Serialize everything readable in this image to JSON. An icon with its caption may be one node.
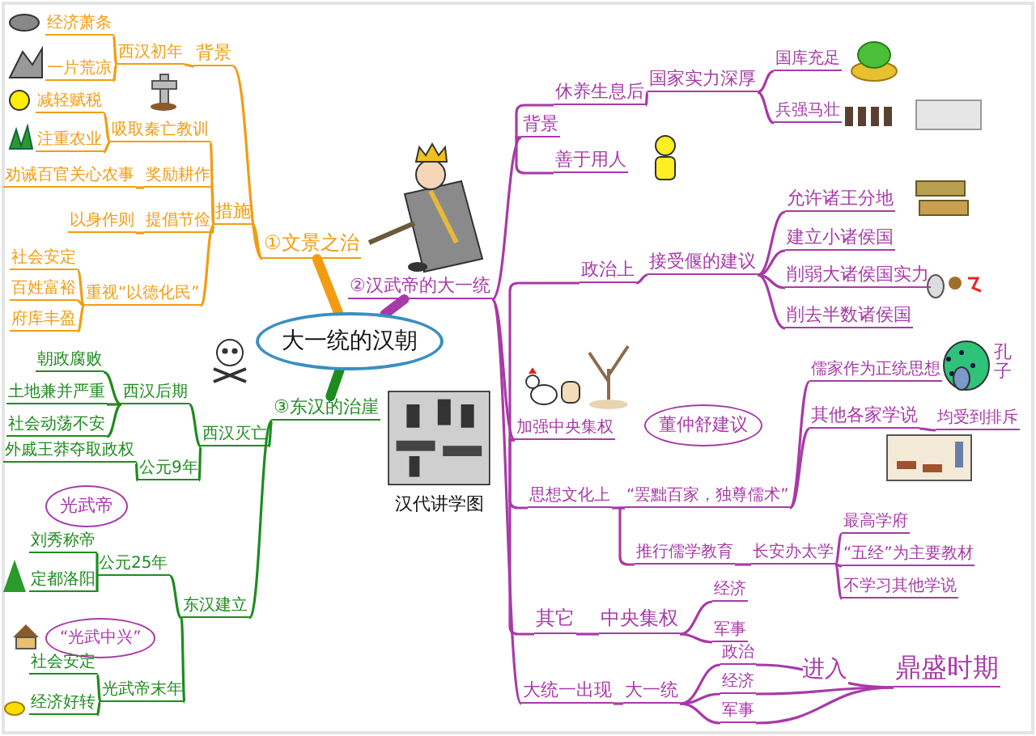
{
  "diagram": {
    "nodes": [
      {
        "text": [
          "大一统的汉朝"
        ]
      },
      {
        "text": [
          "①文景之治"
        ]
      },
      {
        "text": [
          "②汉武帝的大一统"
        ]
      },
      {
        "text": [
          "③东汉的治崖"
        ]
      },
      {
        "text": [
          "背景"
        ]
      },
      {
        "text": [
          "西汉初年"
        ]
      },
      {
        "text": [
          "经济萧条"
        ]
      },
      {
        "text": [
          "一片荒凉"
        ]
      },
      {
        "text": [
          "措施"
        ]
      },
      {
        "text": [
          "吸取秦亡教训"
        ]
      },
      {
        "text": [
          "减轻赋税"
        ]
      },
      {
        "text": [
          "注重农业"
        ]
      },
      {
        "text": [
          "奖励耕作"
        ]
      },
      {
        "text": [
          "劝诫百官关心农事"
        ]
      },
      {
        "text": [
          "提倡节俭"
        ]
      },
      {
        "text": [
          "以身作则"
        ]
      },
      {
        "text": [
          "重视“以德化民”"
        ]
      },
      {
        "text": [
          "社会安定"
        ]
      },
      {
        "text": [
          "百姓富裕"
        ]
      },
      {
        "text": [
          "府库丰盈"
        ]
      },
      {
        "text": [
          "西汉灭亡"
        ]
      },
      {
        "text": [
          "西汉后期"
        ]
      },
      {
        "text": [
          "朝政腐败"
        ]
      },
      {
        "text": [
          "土地兼并严重"
        ]
      },
      {
        "text": [
          "社会动荡不安"
        ]
      },
      {
        "text": [
          "公元9年"
        ]
      },
      {
        "text": [
          "外戚王莽夺取政权"
        ]
      },
      {
        "text": [
          "光武帝"
        ]
      },
      {
        "text": [
          "东汉建立"
        ]
      },
      {
        "text": [
          "公元25年"
        ]
      },
      {
        "text": [
          "刘秀称帝"
        ]
      },
      {
        "text": [
          "定都洛阳"
        ]
      },
      {
        "text": [
          "“光武中兴”"
        ]
      },
      {
        "text": [
          "光武帝末年"
        ]
      },
      {
        "text": [
          "社会安定"
        ]
      },
      {
        "text": [
          "经济好转"
        ]
      },
      {
        "text": [
          "背景"
        ]
      },
      {
        "text": [
          "休养生息后"
        ]
      },
      {
        "text": [
          "国家实力深厚"
        ]
      },
      {
        "text": [
          "国库充足"
        ]
      },
      {
        "text": [
          "兵强马壮"
        ]
      },
      {
        "text": [
          "善于用人"
        ]
      },
      {
        "text": [
          "加强中央集权"
        ]
      },
      {
        "text": [
          "政治上"
        ]
      },
      {
        "text": [
          "接受偃的建议"
        ]
      },
      {
        "text": [
          "允许诸王分地"
        ]
      },
      {
        "text": [
          "建立小诸侯国"
        ]
      },
      {
        "text": [
          "削弱大诸侯国实力"
        ]
      },
      {
        "text": [
          "削去半数诸侯国"
        ]
      },
      {
        "text": [
          "思想文化上"
        ]
      },
      {
        "text": [
          "“罢黜百家，独尊儒术”"
        ]
      },
      {
        "text": [
          "董仲舒建议"
        ]
      },
      {
        "text": [
          "儒家作为正统思想"
        ]
      },
      {
        "text": [
          "其他各家学说"
        ]
      },
      {
        "text": [
          "均受到排斥"
        ]
      },
      {
        "text": [
          "推行儒学教育"
        ]
      },
      {
        "text": [
          "长安办太学"
        ]
      },
      {
        "text": [
          "最高学府"
        ]
      },
      {
        "text": [
          "“五经”为主要教材"
        ]
      },
      {
        "text": [
          "不学习其他学说"
        ]
      },
      {
        "text": [
          "其它"
        ]
      },
      {
        "text": [
          "中央集权"
        ]
      },
      {
        "text": [
          "经济"
        ]
      },
      {
        "text": [
          "军事"
        ]
      },
      {
        "text": [
          "大统一出现"
        ]
      },
      {
        "text": [
          "大一统"
        ]
      },
      {
        "text": [
          "政治"
        ]
      },
      {
        "text": [
          "经济"
        ]
      },
      {
        "text": [
          "军事"
        ]
      },
      {
        "text": [
          "鼎盛时期"
        ]
      }
    ],
    "edges": [
      {
        "from": 0,
        "to": 1,
        "arrow": "none",
        "style": "thick",
        "color": "#f39c12"
      },
      {
        "from": 0,
        "to": 2,
        "arrow": "none",
        "style": "thick"
      },
      {
        "from": 0,
        "to": 3,
        "arrow": "none",
        "style": "thick",
        "color": "#1e8c1e"
      },
      {
        "from": 1,
        "to": 4,
        "arrow": "none",
        "color": "#f39c12"
      },
      {
        "from": 1,
        "to": 8,
        "arrow": "none",
        "color": "#f39c12"
      },
      {
        "from": 4,
        "to": 5,
        "arrow": "none",
        "color": "#f39c12"
      },
      {
        "from": 5,
        "to": 6,
        "arrow": "none",
        "color": "#f39c12"
      },
      {
        "from": 5,
        "to": 7,
        "arrow": "none",
        "color": "#f39c12"
      },
      {
        "from": 8,
        "to": 9,
        "arrow": "none",
        "color": "#f39c12"
      },
      {
        "from": 8,
        "to": 12,
        "arrow": "none",
        "color": "#f39c12"
      },
      {
        "from": 8,
        "to": 14,
        "arrow": "none",
        "color": "#f39c12"
      },
      {
        "from": 8,
        "to": 16,
        "arrow": "none",
        "color": "#f39c12"
      },
      {
        "from": 9,
        "to": 10,
        "arrow": "none",
        "color": "#f39c12"
      },
      {
        "from": 9,
        "to": 11,
        "arrow": "none",
        "color": "#f39c12"
      },
      {
        "from": 12,
        "to": 13,
        "arrow": "none",
        "color": "#f39c12"
      },
      {
        "from": 14,
        "to": 15,
        "arrow": "none",
        "color": "#f39c12"
      },
      {
        "from": 16,
        "to": 17,
        "arrow": "none",
        "color": "#f39c12"
      },
      {
        "from": 16,
        "to": 18,
        "arrow": "none",
        "color": "#f39c12"
      },
      {
        "from": 16,
        "to": 19,
        "arrow": "none",
        "color": "#f39c12"
      },
      {
        "from": 3,
        "to": 20,
        "arrow": "none",
        "color": "#1e8c1e"
      },
      {
        "from": 3,
        "to": 28,
        "arrow": "none",
        "color": "#1e8c1e"
      },
      {
        "from": 20,
        "to": 21,
        "arrow": "none",
        "color": "#1e8c1e"
      },
      {
        "from": 20,
        "to": 25,
        "arrow": "none",
        "color": "#1e8c1e"
      },
      {
        "from": 21,
        "to": 22,
        "arrow": "none",
        "color": "#1e8c1e"
      },
      {
        "from": 21,
        "to": 23,
        "arrow": "none",
        "color": "#1e8c1e"
      },
      {
        "from": 21,
        "to": 24,
        "arrow": "none",
        "color": "#1e8c1e"
      },
      {
        "from": 25,
        "to": 26,
        "arrow": "none",
        "color": "#1e8c1e"
      },
      {
        "from": 28,
        "to": 29,
        "arrow": "none",
        "color": "#1e8c1e"
      },
      {
        "from": 28,
        "to": 33,
        "arrow": "none",
        "color": "#1e8c1e"
      },
      {
        "from": 29,
        "to": 30,
        "arrow": "none",
        "color": "#1e8c1e"
      },
      {
        "from": 29,
        "to": 31,
        "arrow": "none",
        "color": "#1e8c1e"
      },
      {
        "from": 33,
        "to": 34,
        "arrow": "none",
        "color": "#1e8c1e"
      },
      {
        "from": 33,
        "to": 35,
        "arrow": "none",
        "color": "#1e8c1e"
      },
      {
        "from": 2,
        "to": 36,
        "arrow": "none"
      },
      {
        "from": 2,
        "to": 42,
        "arrow": "none"
      },
      {
        "from": 2,
        "to": 64,
        "arrow": "none"
      },
      {
        "from": 36,
        "to": 37,
        "arrow": "none"
      },
      {
        "from": 36,
        "to": 41,
        "arrow": "none"
      },
      {
        "from": 37,
        "to": 38,
        "arrow": "none"
      },
      {
        "from": 38,
        "to": 39,
        "arrow": "none"
      },
      {
        "from": 38,
        "to": 40,
        "arrow": "none"
      },
      {
        "from": 42,
        "to": 43,
        "arrow": "none"
      },
      {
        "from": 42,
        "to": 49,
        "arrow": "none"
      },
      {
        "from": 42,
        "to": 60,
        "arrow": "none"
      },
      {
        "from": 43,
        "to": 44,
        "arrow": "none"
      },
      {
        "from": 44,
        "to": 45,
        "arrow": "none"
      },
      {
        "from": 44,
        "to": 46,
        "arrow": "none"
      },
      {
        "from": 44,
        "to": 47,
        "arrow": "none"
      },
      {
        "from": 44,
        "to": 48,
        "arrow": "none"
      },
      {
        "from": 49,
        "to": 50,
        "arrow": "none"
      },
      {
        "from": 50,
        "to": 52,
        "arrow": "none"
      },
      {
        "from": 50,
        "to": 53,
        "arrow": "none"
      },
      {
        "from": 50,
        "to": 55,
        "arrow": "none"
      },
      {
        "from": 53,
        "to": 54,
        "arrow": "none"
      },
      {
        "from": 55,
        "to": 56,
        "arrow": "none"
      },
      {
        "from": 56,
        "to": 57,
        "arrow": "none"
      },
      {
        "from": 56,
        "to": 58,
        "arrow": "none"
      },
      {
        "from": 56,
        "to": 59,
        "arrow": "none"
      },
      {
        "from": 60,
        "to": 61,
        "arrow": "none"
      },
      {
        "from": 61,
        "to": 62,
        "arrow": "none"
      },
      {
        "from": 61,
        "to": 63,
        "arrow": "none"
      },
      {
        "from": 64,
        "to": 65,
        "arrow": "none"
      },
      {
        "from": 65,
        "to": 66,
        "arrow": "none"
      },
      {
        "from": 65,
        "to": 67,
        "arrow": "none"
      },
      {
        "from": 65,
        "to": 68,
        "arrow": "none"
      },
      {
        "from": 66,
        "to": 69,
        "arrow": "none"
      },
      {
        "from": 67,
        "to": 69,
        "arrow": "none",
        "label": "进入"
      },
      {
        "from": 68,
        "to": 69,
        "arrow": "none"
      }
    ],
    "labels": [
      "孔子",
      "汉代讲学图"
    ]
  }
}
